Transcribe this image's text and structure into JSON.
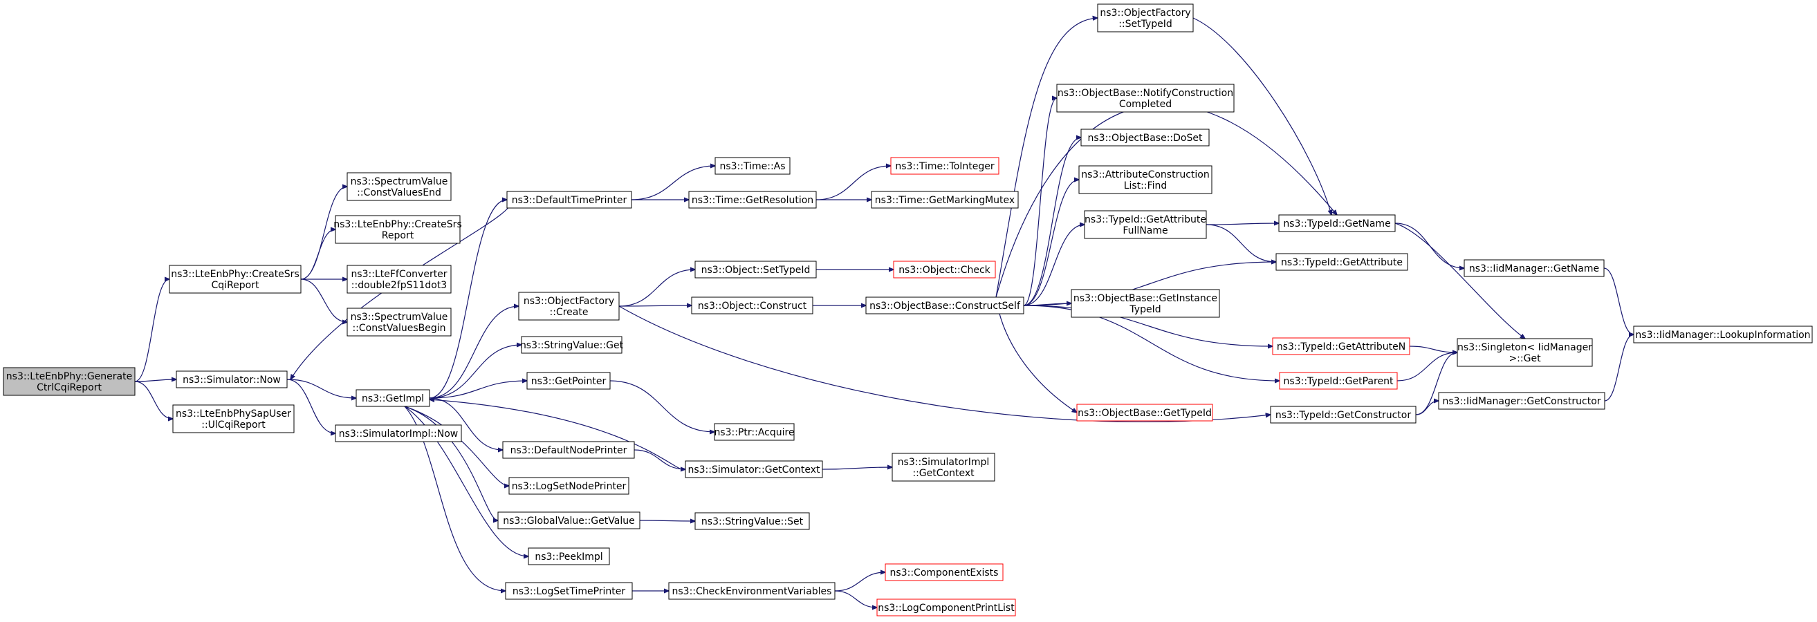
{
  "graph": {
    "title": "",
    "nodes": [
      {
        "id": "root",
        "lines": [
          "ns3::LteEnbPhy::Generate",
          "CtrlCqiReport"
        ],
        "style": "root"
      },
      {
        "id": "createSrsCqi",
        "lines": [
          "ns3::LteEnbPhy::CreateSrs",
          "CqiReport"
        ],
        "style": "normal"
      },
      {
        "id": "simNow",
        "lines": [
          "ns3::Simulator::Now"
        ],
        "style": "normal"
      },
      {
        "id": "ulCqi",
        "lines": [
          "ns3::LteEnbPhySapUser",
          "::UlCqiReport"
        ],
        "style": "normal"
      },
      {
        "id": "svEnd",
        "lines": [
          "ns3::SpectrumValue",
          "::ConstValuesEnd"
        ],
        "style": "normal"
      },
      {
        "id": "createSrsReport",
        "lines": [
          "ns3::LteEnbPhy::CreateSrs",
          "Report"
        ],
        "style": "normal"
      },
      {
        "id": "ffConv",
        "lines": [
          "ns3::LteFfConverter",
          "::double2fpS11dot3"
        ],
        "style": "normal"
      },
      {
        "id": "svBegin",
        "lines": [
          "ns3::SpectrumValue",
          "::ConstValuesBegin"
        ],
        "style": "normal"
      },
      {
        "id": "getImpl",
        "lines": [
          "ns3::GetImpl"
        ],
        "style": "normal"
      },
      {
        "id": "simImplNow",
        "lines": [
          "ns3::SimulatorImpl::Now"
        ],
        "style": "normal"
      },
      {
        "id": "defTimePrinter",
        "lines": [
          "ns3::DefaultTimePrinter"
        ],
        "style": "normal"
      },
      {
        "id": "objFactCreate",
        "lines": [
          "ns3::ObjectFactory",
          "::Create"
        ],
        "style": "normal"
      },
      {
        "id": "strValGet",
        "lines": [
          "ns3::StringValue::Get"
        ],
        "style": "normal"
      },
      {
        "id": "getPointer",
        "lines": [
          "ns3::GetPointer"
        ],
        "style": "normal"
      },
      {
        "id": "defNodePrinter",
        "lines": [
          "ns3::DefaultNodePrinter"
        ],
        "style": "normal"
      },
      {
        "id": "logSetNodePrinter",
        "lines": [
          "ns3::LogSetNodePrinter"
        ],
        "style": "normal"
      },
      {
        "id": "gvGetValue",
        "lines": [
          "ns3::GlobalValue::GetValue"
        ],
        "style": "normal"
      },
      {
        "id": "peekImpl",
        "lines": [
          "ns3::PeekImpl"
        ],
        "style": "normal"
      },
      {
        "id": "logSetTimePrinter",
        "lines": [
          "ns3::LogSetTimePrinter"
        ],
        "style": "normal"
      },
      {
        "id": "timeAs",
        "lines": [
          "ns3::Time::As"
        ],
        "style": "normal"
      },
      {
        "id": "timeGetRes",
        "lines": [
          "ns3::Time::GetResolution"
        ],
        "style": "normal"
      },
      {
        "id": "objSetTypeId",
        "lines": [
          "ns3::Object::SetTypeId"
        ],
        "style": "normal"
      },
      {
        "id": "objConstruct",
        "lines": [
          "ns3::Object::Construct"
        ],
        "style": "normal"
      },
      {
        "id": "ptrAcquire",
        "lines": [
          "ns3::Ptr::Acquire"
        ],
        "style": "normal"
      },
      {
        "id": "simGetContext",
        "lines": [
          "ns3::Simulator::GetContext"
        ],
        "style": "normal"
      },
      {
        "id": "strValSet",
        "lines": [
          "ns3::StringValue::Set"
        ],
        "style": "normal"
      },
      {
        "id": "checkEnv",
        "lines": [
          "ns3::CheckEnvironmentVariables"
        ],
        "style": "normal"
      },
      {
        "id": "timeToInteger",
        "lines": [
          "ns3::Time::ToInteger"
        ],
        "style": "truncated"
      },
      {
        "id": "timeGetMarking",
        "lines": [
          "ns3::Time::GetMarkingMutex"
        ],
        "style": "normal"
      },
      {
        "id": "objCheck",
        "lines": [
          "ns3::Object::Check"
        ],
        "style": "truncated"
      },
      {
        "id": "obConstructSelf",
        "lines": [
          "ns3::ObjectBase::ConstructSelf"
        ],
        "style": "normal"
      },
      {
        "id": "simImplGetContext",
        "lines": [
          "ns3::SimulatorImpl",
          "::GetContext"
        ],
        "style": "normal"
      },
      {
        "id": "compExists",
        "lines": [
          "ns3::ComponentExists"
        ],
        "style": "truncated"
      },
      {
        "id": "logCompPrint",
        "lines": [
          "ns3::LogComponentPrintList"
        ],
        "style": "truncated"
      },
      {
        "id": "ofSetTypeId",
        "lines": [
          "ns3::ObjectFactory",
          "::SetTypeId"
        ],
        "style": "normal"
      },
      {
        "id": "obNotify",
        "lines": [
          "ns3::ObjectBase::NotifyConstruction",
          "Completed"
        ],
        "style": "normal"
      },
      {
        "id": "obDoSet",
        "lines": [
          "ns3::ObjectBase::DoSet"
        ],
        "style": "normal"
      },
      {
        "id": "acListFind",
        "lines": [
          "ns3::AttributeConstruction",
          "List::Find"
        ],
        "style": "normal"
      },
      {
        "id": "tidGetAttrFull",
        "lines": [
          "ns3::TypeId::GetAttribute",
          "FullName"
        ],
        "style": "normal"
      },
      {
        "id": "obGetInstTid",
        "lines": [
          "ns3::ObjectBase::GetInstance",
          "TypeId"
        ],
        "style": "normal"
      },
      {
        "id": "obGetTypeId",
        "lines": [
          "ns3::ObjectBase::GetTypeId"
        ],
        "style": "truncated"
      },
      {
        "id": "tidGetName",
        "lines": [
          "ns3::TypeId::GetName"
        ],
        "style": "normal"
      },
      {
        "id": "tidGetAttr",
        "lines": [
          "ns3::TypeId::GetAttribute"
        ],
        "style": "normal"
      },
      {
        "id": "tidGetAttrN",
        "lines": [
          "ns3::TypeId::GetAttributeN"
        ],
        "style": "truncated"
      },
      {
        "id": "tidGetParent",
        "lines": [
          "ns3::TypeId::GetParent"
        ],
        "style": "truncated"
      },
      {
        "id": "tidGetCtor",
        "lines": [
          "ns3::TypeId::GetConstructor"
        ],
        "style": "normal"
      },
      {
        "id": "iidGetName",
        "lines": [
          "ns3::IidManager::GetName"
        ],
        "style": "normal"
      },
      {
        "id": "singletonGet",
        "lines": [
          "ns3::Singleton< IidManager",
          " >::Get"
        ],
        "style": "normal"
      },
      {
        "id": "iidGetCtor",
        "lines": [
          "ns3::IidManager::GetConstructor"
        ],
        "style": "normal"
      },
      {
        "id": "iidLookup",
        "lines": [
          "ns3::IidManager::LookupInformation"
        ],
        "style": "normal"
      }
    ],
    "edges": [
      [
        "root",
        "createSrsCqi"
      ],
      [
        "root",
        "simNow"
      ],
      [
        "root",
        "ulCqi"
      ],
      [
        "createSrsCqi",
        "svEnd"
      ],
      [
        "createSrsCqi",
        "createSrsReport"
      ],
      [
        "createSrsCqi",
        "ffConv"
      ],
      [
        "createSrsCqi",
        "svBegin"
      ],
      [
        "simNow",
        "getImpl"
      ],
      [
        "simNow",
        "simImplNow"
      ],
      [
        "getImpl",
        "defTimePrinter"
      ],
      [
        "getImpl",
        "objFactCreate"
      ],
      [
        "getImpl",
        "strValGet"
      ],
      [
        "getImpl",
        "getPointer"
      ],
      [
        "getImpl",
        "defNodePrinter"
      ],
      [
        "getImpl",
        "logSetNodePrinter"
      ],
      [
        "getImpl",
        "gvGetValue"
      ],
      [
        "getImpl",
        "peekImpl"
      ],
      [
        "getImpl",
        "logSetTimePrinter"
      ],
      [
        "defTimePrinter",
        "timeAs"
      ],
      [
        "defTimePrinter",
        "timeGetRes"
      ],
      [
        "defTimePrinter",
        "simNow"
      ],
      [
        "timeGetRes",
        "timeToInteger"
      ],
      [
        "timeGetRes",
        "timeGetMarking"
      ],
      [
        "objFactCreate",
        "objSetTypeId"
      ],
      [
        "objFactCreate",
        "objConstruct"
      ],
      [
        "objFactCreate",
        "tidGetCtor"
      ],
      [
        "objSetTypeId",
        "objCheck"
      ],
      [
        "objConstruct",
        "obConstructSelf"
      ],
      [
        "getPointer",
        "ptrAcquire"
      ],
      [
        "defNodePrinter",
        "simGetContext"
      ],
      [
        "simGetContext",
        "getImpl"
      ],
      [
        "simGetContext",
        "simImplGetContext"
      ],
      [
        "gvGetValue",
        "strValSet"
      ],
      [
        "logSetTimePrinter",
        "checkEnv"
      ],
      [
        "checkEnv",
        "compExists"
      ],
      [
        "checkEnv",
        "logCompPrint"
      ],
      [
        "obConstructSelf",
        "ofSetTypeId"
      ],
      [
        "obConstructSelf",
        "obNotify"
      ],
      [
        "obConstructSelf",
        "obDoSet"
      ],
      [
        "obConstructSelf",
        "acListFind"
      ],
      [
        "obConstructSelf",
        "tidGetAttrFull"
      ],
      [
        "obConstructSelf",
        "tidGetAttr"
      ],
      [
        "obConstructSelf",
        "obGetInstTid"
      ],
      [
        "obConstructSelf",
        "tidGetAttrN"
      ],
      [
        "obConstructSelf",
        "tidGetParent"
      ],
      [
        "obConstructSelf",
        "obGetTypeId"
      ],
      [
        "obConstructSelf",
        "tidGetName"
      ],
      [
        "ofSetTypeId",
        "tidGetName"
      ],
      [
        "tidGetAttrFull",
        "tidGetName"
      ],
      [
        "tidGetAttrFull",
        "tidGetAttr"
      ],
      [
        "tidGetName",
        "iidGetName"
      ],
      [
        "tidGetName",
        "singletonGet"
      ],
      [
        "tidGetAttrN",
        "singletonGet"
      ],
      [
        "tidGetParent",
        "singletonGet"
      ],
      [
        "tidGetCtor",
        "iidGetCtor"
      ],
      [
        "tidGetCtor",
        "singletonGet"
      ],
      [
        "iidGetName",
        "iidLookup"
      ],
      [
        "iidGetCtor",
        "iidLookup"
      ]
    ],
    "colors": {
      "edge": "#191970",
      "node_border": "#000000",
      "truncated_border": "#ff0000",
      "root_fill": "#bfbfbf",
      "node_fill": "#ffffff",
      "text": "#000000"
    }
  }
}
